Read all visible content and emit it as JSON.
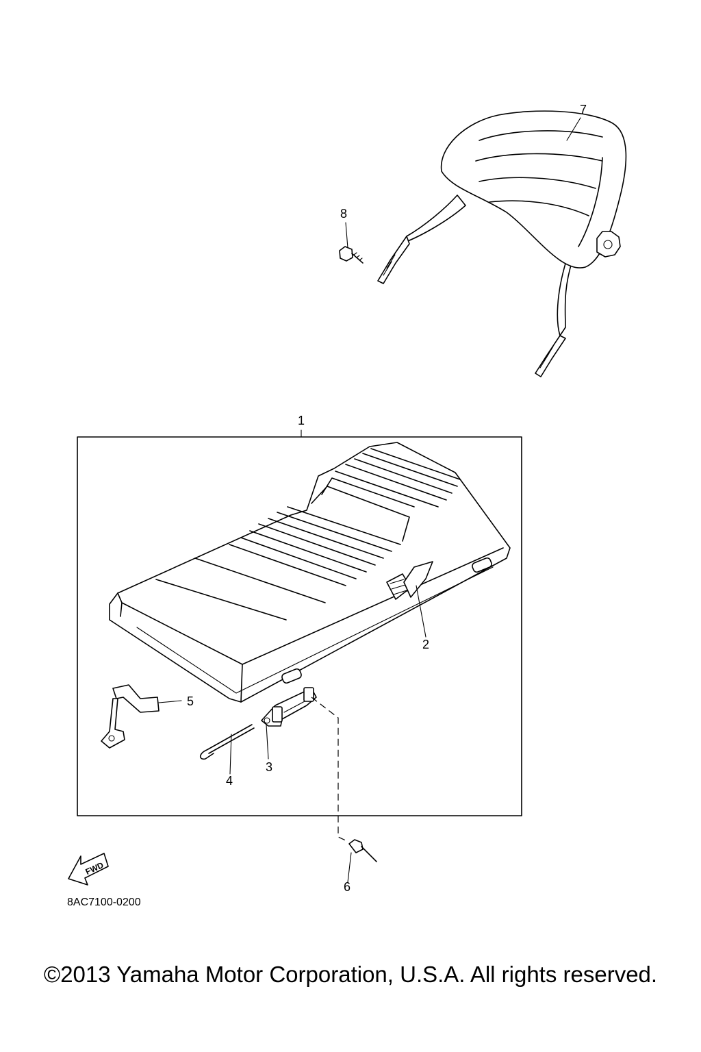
{
  "callouts": {
    "c1": "1",
    "c2": "2",
    "c3": "3",
    "c4": "4",
    "c5": "5",
    "c6": "6",
    "c7": "7",
    "c8": "8"
  },
  "fwd_label": "FWD",
  "drawing_code": "8AC7100-0200",
  "copyright": "©2013 Yamaha Motor Corporation, U.S.A. All rights reserved."
}
